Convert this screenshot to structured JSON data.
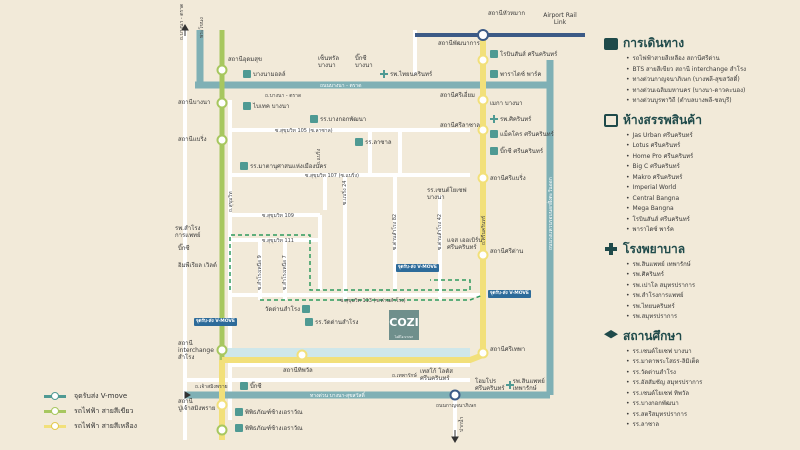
{
  "stations_green": [
    "สถานีอุดมสุข",
    "สถานีบางนา",
    "สถานีแบริ่ง",
    "สถานีสำโรง"
  ],
  "stations_yellow_left": [
    "สถานี interchange สำโรง",
    "สถานีปู่เจ้าสมิงพราย"
  ],
  "stations_yellow_right": [
    "สถานีพัฒนาการ",
    "สถานีศรีเอี่ยม",
    "สถานีศรีลาซาล",
    "สถานีศรีแบริ่ง",
    "สถานีศรีด่าน",
    "สถานีศรีเทพา"
  ],
  "station_top": "สถานีหัวหมาก",
  "airport_link": "Airport Rail Link",
  "station_thipawan": "สถานีทิพวัล",
  "map_labels": {
    "road_bangna_trad": "ถนนบางนา - ตราด",
    "road_kanchana": "ถนนกาญจนาภิเษก",
    "road_sukhumvit": "ถ.สุขุมวิท",
    "soi_105": "ซ.สุขุมวิท 105 (ซ.ลาซาล)",
    "soi_107": "ซ.สุขุมวิท 107 (ซ.แบริ่ง)",
    "soi_109": "ซ.สุขุมวิท 109",
    "soi_111": "ซ.สุขุมวิท 111",
    "soi_113": "ซ.สุขุมวิท 113 (ซ.ด่านสำโรง)",
    "phrakhanong": "พระโขนง",
    "bangna_trad_top": "ถ.บางนา - ตราด",
    "theparak": "ถ.เทพารักษ์",
    "pak_nam": "ปากน้ำ",
    "ringroad": "ถนนวงแหวนรอบนอกฝั่งตะวันออก",
    "bangna_highway": "ทางด่วน บางนา-สุขสวัสดิ์",
    "sridan_road": "ถ.ศรีด่าน",
    "chaloem": "ถ.เจ้าสมิงพราย",
    "sri_nakarin": "ถ.ศรีนครินทร์",
    "bearing_road": "ถ.แบริ่ง",
    "soi_bearing24": "ซ.แบริ่ง 24",
    "soi_danram82": "ซ.ด่านสำโรง 82",
    "soi_danram42": "ซ.ด่านสำโรง 42",
    "soi_7": "ซ.สำโรงเหนือ 7",
    "soi_9": "ซ.สำโรงเหนือ 9"
  },
  "pois": {
    "bangna_mall": "บางนามอลล์",
    "lamsalee": "เซ็นทรัล บางนา",
    "bigc_bn": "บิ๊กซี บางนา",
    "rph_thainakarin": "รพ.ไทยนครินทร์",
    "robinson_srinakarin": "โรบินสันส์ ศรีนครินทร์",
    "paradise_park": "พาราไดซ์ พาร์ค",
    "mega_bangna": "เมกา บางนา",
    "rph_sikarin": "รพ.ศิครินทร์",
    "bangkok_patana": "รร.บางกอกพัฒนา",
    "makro": "แม็คโคร ศรีนครินทร์",
    "bigc_sri": "บิ๊กซี ศรีนครินทร์",
    "lasalle": "รร.ลาซาล",
    "bitec": "ไบเทค บางนา",
    "nawamintara": "รร.มาตานุศาสนแห่งเมืองนคร",
    "st_joseph": "รร.เซนต์โยเซฟ บางนา",
    "jas_urban": "แจส เออเบิร์น ศรีนครินทร์",
    "rph_samrong": "รพ.สำโรง การแพทย์",
    "bigc_sam": "บิ๊กซี",
    "imperial": "อิมพีเรียล เวิลด์",
    "wat_dan": "วัดด่านสำโรง",
    "rr_wat_dan": "รร.วัดด่านสำโรง",
    "homepro": "โฮมโปร ศรีนครินทร์",
    "rph_thepharak": "รพ.สินแพทย์ เทพารักษ์",
    "lotus_theparak": "โลตัส ศรีนครินทร์",
    "bigc_bottom": "บิ๊กซี",
    "museum": "พิพิธภัณฑ์ช้างเอราวัณ",
    "lotus_bottom": "เทสโก้ โลตัส ศรีนครินทร์",
    "cozi": "COZI",
    "cozi_sub": "ไอดีโอ บางนา",
    "vmove_badge": "จุดรับ-ส่ง V-MOVE"
  },
  "legend": {
    "transit_title": "การเดินทาง",
    "transit": [
      "รถไฟฟ้าสายสีเหลือง สถานีศรีด่าน",
      "BTS สายสีเขียว สถานี interchange สำโรง",
      "ทางด่วนกาญจนาภิเษก (บางพลี-สุขสวัสดิ์)",
      "ทางด่วนเฉลิมมหานคร (บางนา-ดาวคะนอง)",
      "ทางด่วนบูรพาวิถี (ตำบลบางพลี-ชลบุรี)"
    ],
    "mall_title": "ห้างสรรพสินค้า",
    "malls": [
      "Jas Urban ศรีนครินทร์",
      "Lotus ศรีนครินทร์",
      "Home Pro ศรีนครินทร์",
      "Big C ศรีนครินทร์",
      "Makro ศรีนครินทร์",
      "Imperial World",
      "Central Bangna",
      "Mega Bangna",
      "โรบินสันส์ ศรีนครินทร์",
      "พาราไดซ์ พาร์ค"
    ],
    "hospital_title": "โรงพยาบาล",
    "hospitals": [
      "รพ.สินแพทย์ เทพารักษ์",
      "รพ.ศิครินทร์",
      "รพ.เปาโล สมุทรปราการ",
      "รพ.สำโรงการแพทย์",
      "รพ.ไทยนครินทร์",
      "รพ.สมุทรปราการ"
    ],
    "school_title": "สถานศึกษา",
    "schools": [
      "รร.เซนต์โยเซฟ บางนา",
      "รร.มาตาพระโสธร-ลิมิเต็ด",
      "รร.วัดด่านสำโรง",
      "รร.อัสสัมชัญ สมุทรปราการ",
      "รร.เซนต์โยเซฟ ทิพวัล",
      "รร.บางกอกพัฒนา",
      "รร.สตรีสมุทรปราการ",
      "รร.ลาซาล"
    ]
  },
  "key": {
    "vmove": "จุดรับส่ง V-move",
    "green": "รถไฟฟ้า สายสีเขียว",
    "yellow": "รถไฟฟ้า สายสีเหลือง"
  },
  "colors": {
    "green_line": "#a7c75f",
    "yellow_line": "#f2e07a",
    "blue_line": "#3c5a86",
    "expressway": "#7fb0b5",
    "vmove_route": "#2e9a5e",
    "accent": "#1f4a4a"
  }
}
